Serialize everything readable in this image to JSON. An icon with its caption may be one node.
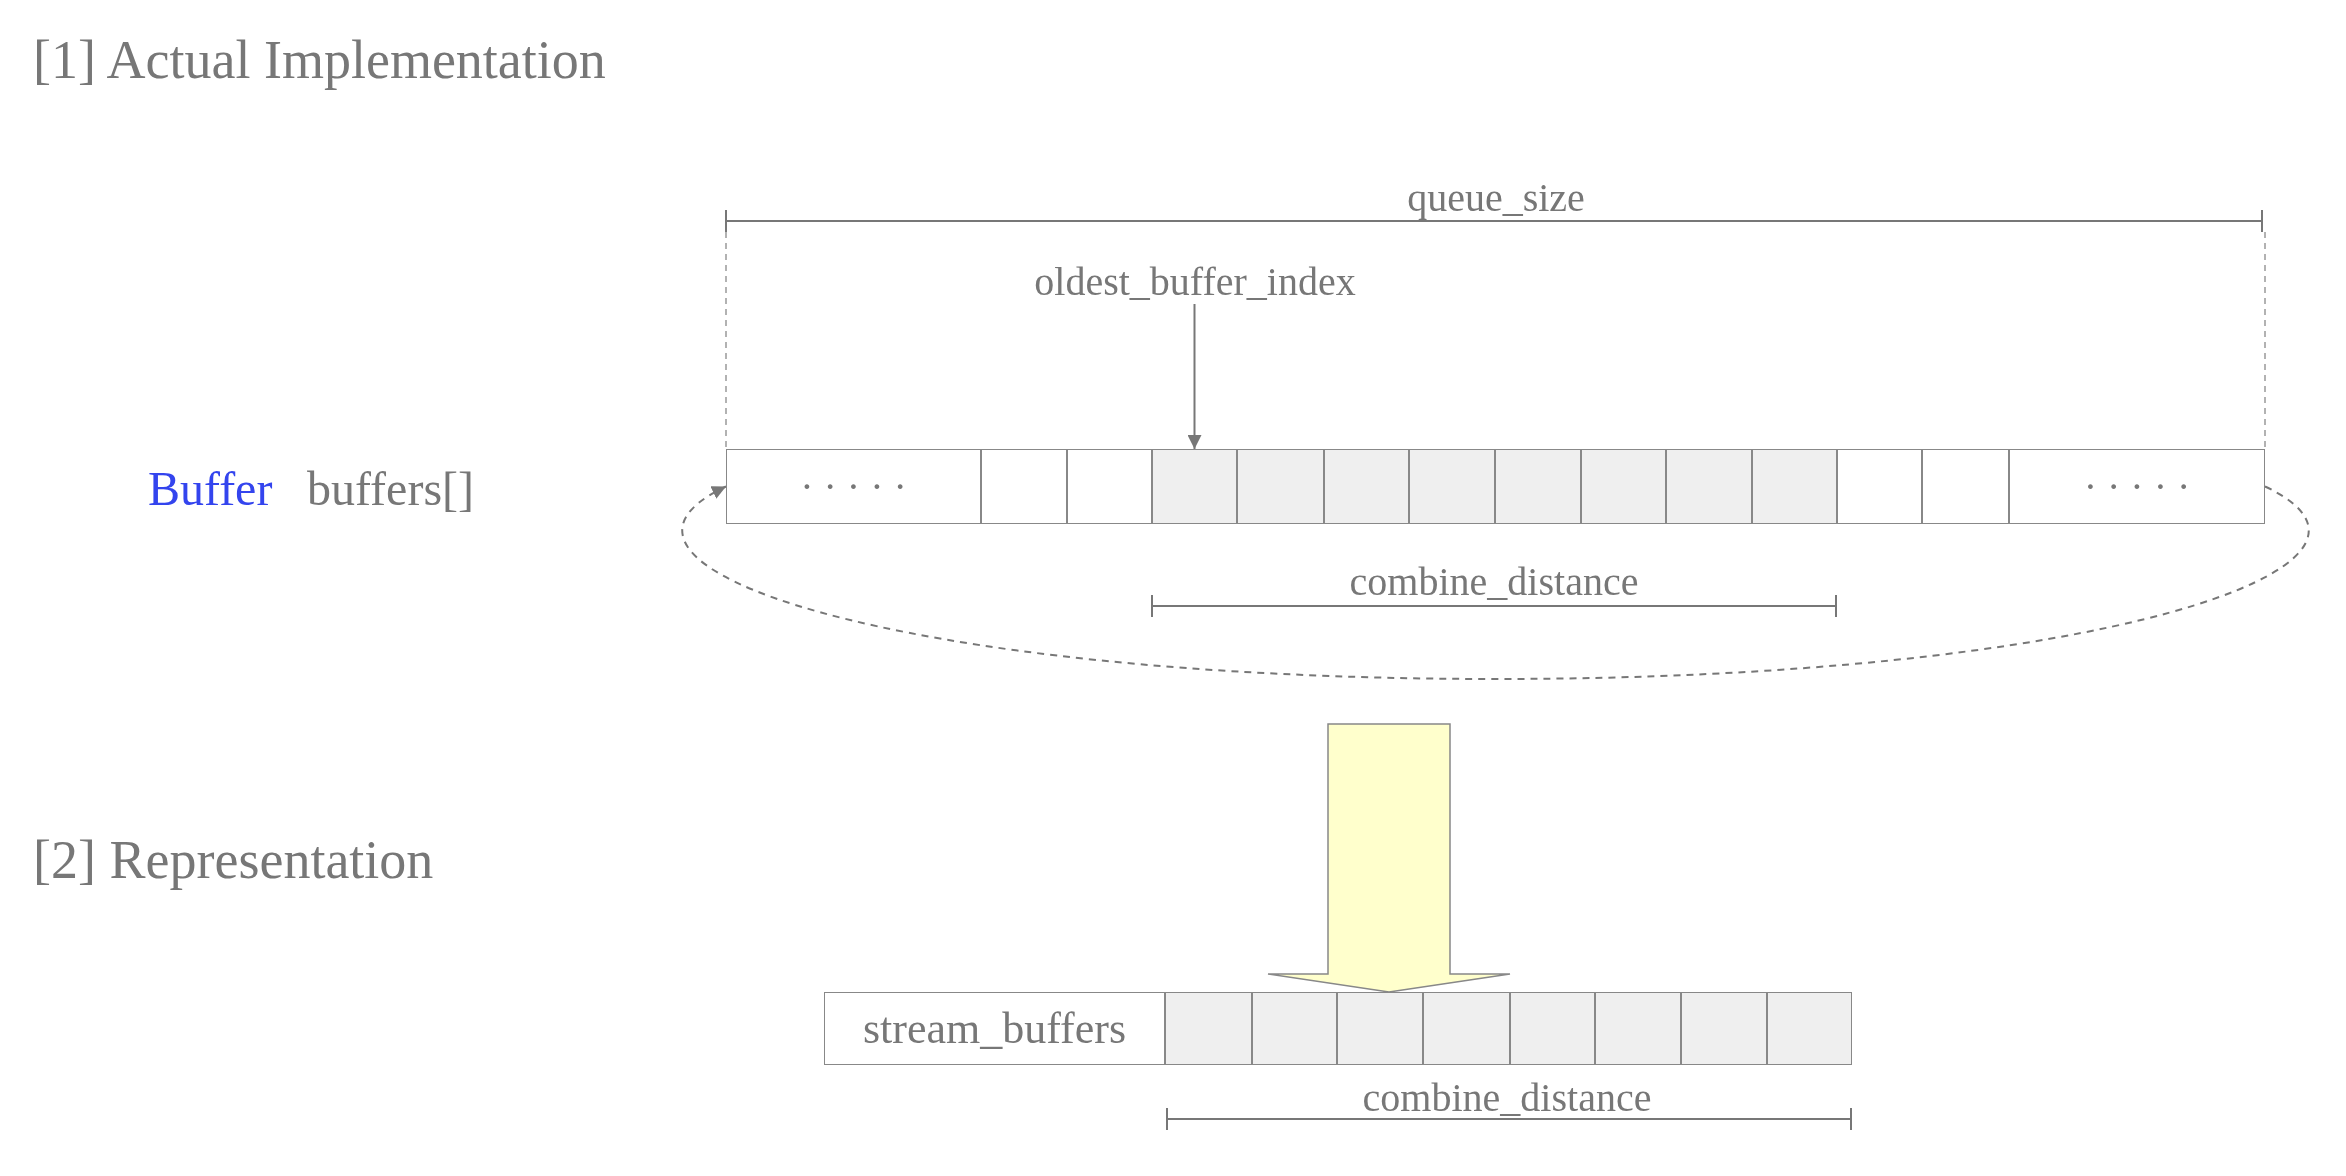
{
  "diagram": {
    "nodes": [
      {
        "text": [],
        "shape": "bar"
      },
      {
        "text": [
          "· · · · ·"
        ],
        "in": 0
      },
      {
        "text": [],
        "shape": "box",
        "in": 0
      },
      {
        "text": [],
        "shape": "box",
        "in": 0
      },
      {
        "text": [],
        "shape": "box",
        "in": 0
      },
      {
        "text": [],
        "shape": "box",
        "in": 0
      },
      {
        "text": [],
        "shape": "box",
        "in": 0
      },
      {
        "text": [],
        "shape": "box",
        "in": 0
      },
      {
        "text": [],
        "shape": "box",
        "in": 0
      },
      {
        "text": [],
        "shape": "box",
        "in": 0
      },
      {
        "text": [],
        "shape": "box",
        "in": 0
      },
      {
        "text": [],
        "shape": "box",
        "in": 0
      },
      {
        "text": [],
        "shape": "box",
        "in": 0
      },
      {
        "text": [],
        "shape": "box",
        "in": 0
      },
      {
        "text": [
          "· · · · ·"
        ],
        "in": 0
      },
      {
        "text": [
          "oldest_buffer_index"
        ]
      },
      {
        "text": [],
        "shape": "bar"
      },
      {
        "text": [
          "stream_buffers"
        ],
        "in": 16
      },
      {
        "text": [],
        "shape": "box",
        "in": 16
      },
      {
        "text": [],
        "shape": "box",
        "in": 16
      },
      {
        "text": [],
        "shape": "box",
        "in": 16
      },
      {
        "text": [],
        "shape": "box",
        "in": 16
      },
      {
        "text": [],
        "shape": "box",
        "in": 16
      },
      {
        "text": [],
        "shape": "box",
        "in": 16
      },
      {
        "text": [],
        "shape": "box",
        "in": 16
      },
      {
        "text": [],
        "shape": "box",
        "in": 16
      }
    ],
    "edges": [
      {
        "from": 15,
        "to": 4,
        "arrow": "to"
      },
      {
        "from": 14,
        "to": 1,
        "arrow": "to",
        "style": "dashed"
      },
      {
        "from": 0,
        "to": 16,
        "arrow": "to",
        "style": "thick",
        "color": "#ffffcc"
      }
    ],
    "labels": [
      "[1] Actual Implementation",
      "queue_size",
      "Buffer",
      "buffers[]",
      "combine_distance",
      "[2] Representation",
      "combine_distance"
    ]
  }
}
